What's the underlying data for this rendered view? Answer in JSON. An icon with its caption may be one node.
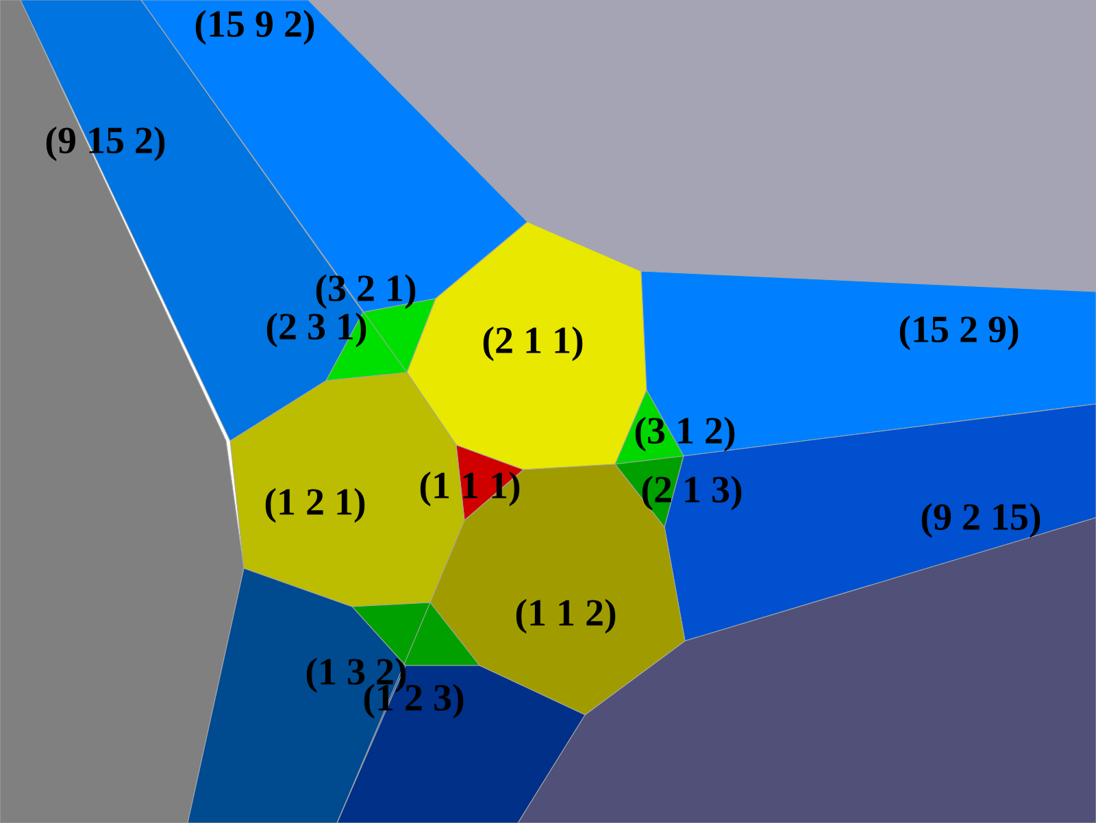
{
  "diagram": {
    "labels": [
      "(15 9 2)",
      "(9 15 2)",
      "(3 2 1)",
      "(2 3 1)",
      "(15 2 9)",
      "(2 1 1)",
      "(3 1 2)",
      "(1 1 1)",
      "(2 1 3)",
      "(1 2 1)",
      "(9 2 15)",
      "(1 1 2)",
      "(1 3 2)",
      "(1 2 3)"
    ]
  }
}
